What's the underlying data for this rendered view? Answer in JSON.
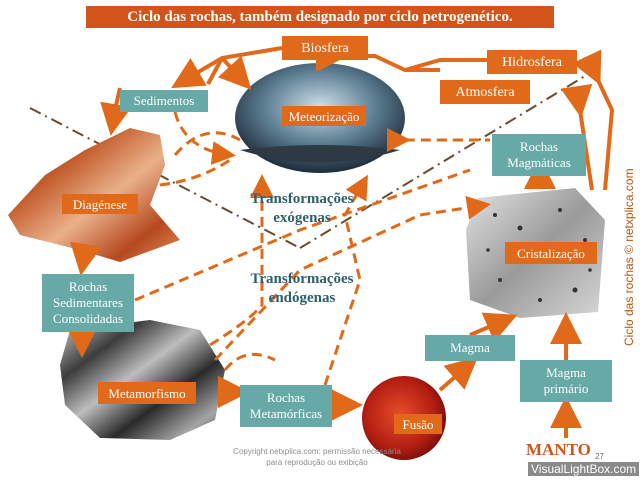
{
  "title": "Ciclo das rochas, também designado por ciclo petrogenético.",
  "nodes": {
    "biosfera": "Biosfera",
    "hidrosfera": "Hidrosfera",
    "atmosfera": "Atmosfera",
    "sedimentos": "Sedimentos",
    "meteorizacao": "Meteorização",
    "diagenese": "Diagénese",
    "rochas_sedimentares": "Rochas\nSedimentares\nConsolidadas",
    "metamorfismo": "Metamorfismo",
    "rochas_metamorficas": "Rochas\nMetamórficas",
    "fusao": "Fusão",
    "magma": "Magma",
    "magma_primario": "Magma\nprimário",
    "cristalizacao": "Cristalização",
    "rochas_magmaticas": "Rochas\nMagmáticas"
  },
  "labels": {
    "exogenas": "Transformações\nexógenas",
    "endogenas": "Transformações\nendógenas"
  },
  "manto": "MANTO",
  "page_number": "27",
  "side_credit": "Ciclo das rochas © netxplica.com",
  "copyright": "Copyright netxplica.com: permissão necessária para reprodução ou exibição",
  "watermark": "VisualLightBox.com",
  "colors": {
    "orange": "#e06a1a",
    "teal": "#66a9a6",
    "title": "#d2541b",
    "dark_label": "#2f5f6b"
  }
}
